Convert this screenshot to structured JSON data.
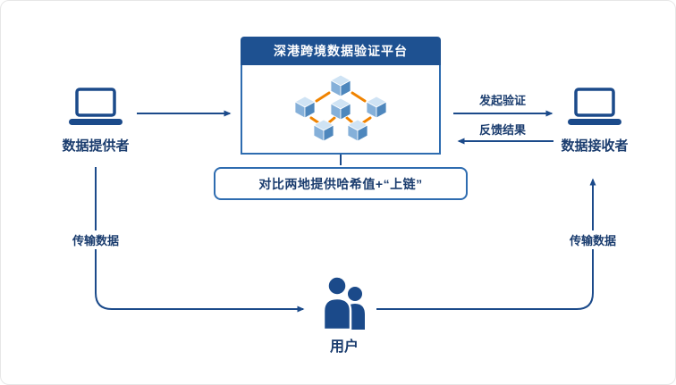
{
  "diagram": {
    "platform_title": "深港跨境数据验证平台",
    "hash_note": "对比两地提供哈希值+“上链”",
    "provider_label": "数据提供者",
    "receiver_label": "数据接收者",
    "user_label": "用户",
    "flow_initiate": "发起验证",
    "flow_feedback": "反馈结果",
    "flow_transfer_left": "传输数据",
    "flow_transfer_right": "传输数据"
  },
  "colors": {
    "primary": "#1b4a8a",
    "header-bg": "#1e5191",
    "box-border": "#2e6cb0",
    "text-dark": "#1a3c6e",
    "accent-orange": "#f08300",
    "cube-top": "#cfe3f4",
    "cube-left": "#85b0d9",
    "cube-right": "#4e87bd"
  }
}
